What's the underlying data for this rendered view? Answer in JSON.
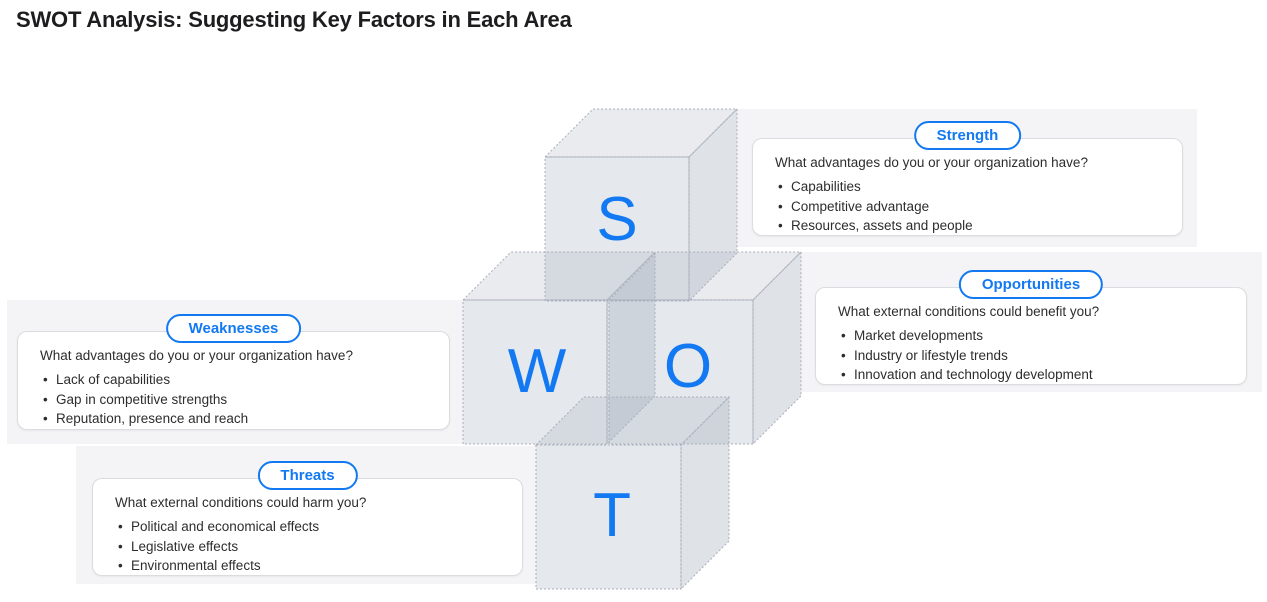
{
  "title": "SWOT Analysis: Suggesting Key Factors in Each Area",
  "bullet_char": "•",
  "colors": {
    "accent": "#1279f2",
    "band_bg": "#f4f4f6",
    "cube_fill": "#aab2c0",
    "cube_stroke": "#a9aeba",
    "box_border": "#dbdcdf",
    "text_color": "#2d2d2d",
    "title_color": "#1d1d1f"
  },
  "cubes": [
    {
      "letter": "S"
    },
    {
      "letter": "W"
    },
    {
      "letter": "O"
    },
    {
      "letter": "T"
    }
  ],
  "sections": [
    {
      "label": "Strength",
      "question": "What advantages do you or your organization have?",
      "bullets": [
        "Capabilities",
        "Competitive advantage",
        "Resources, assets and people"
      ]
    },
    {
      "label": "Weaknesses",
      "question": "What advantages do you or your organization have?",
      "bullets": [
        "Lack of capabilities",
        "Gap in competitive strengths",
        "Reputation, presence and reach"
      ]
    },
    {
      "label": "Opportunities",
      "question": "What external conditions could benefit you?",
      "bullets": [
        "Market developments",
        "Industry or lifestyle trends",
        "Innovation and technology development"
      ]
    },
    {
      "label": "Threats",
      "question": "What external conditions could harm you?",
      "bullets": [
        "Political and economical effects",
        "Legislative effects",
        "Environmental effects"
      ]
    }
  ]
}
